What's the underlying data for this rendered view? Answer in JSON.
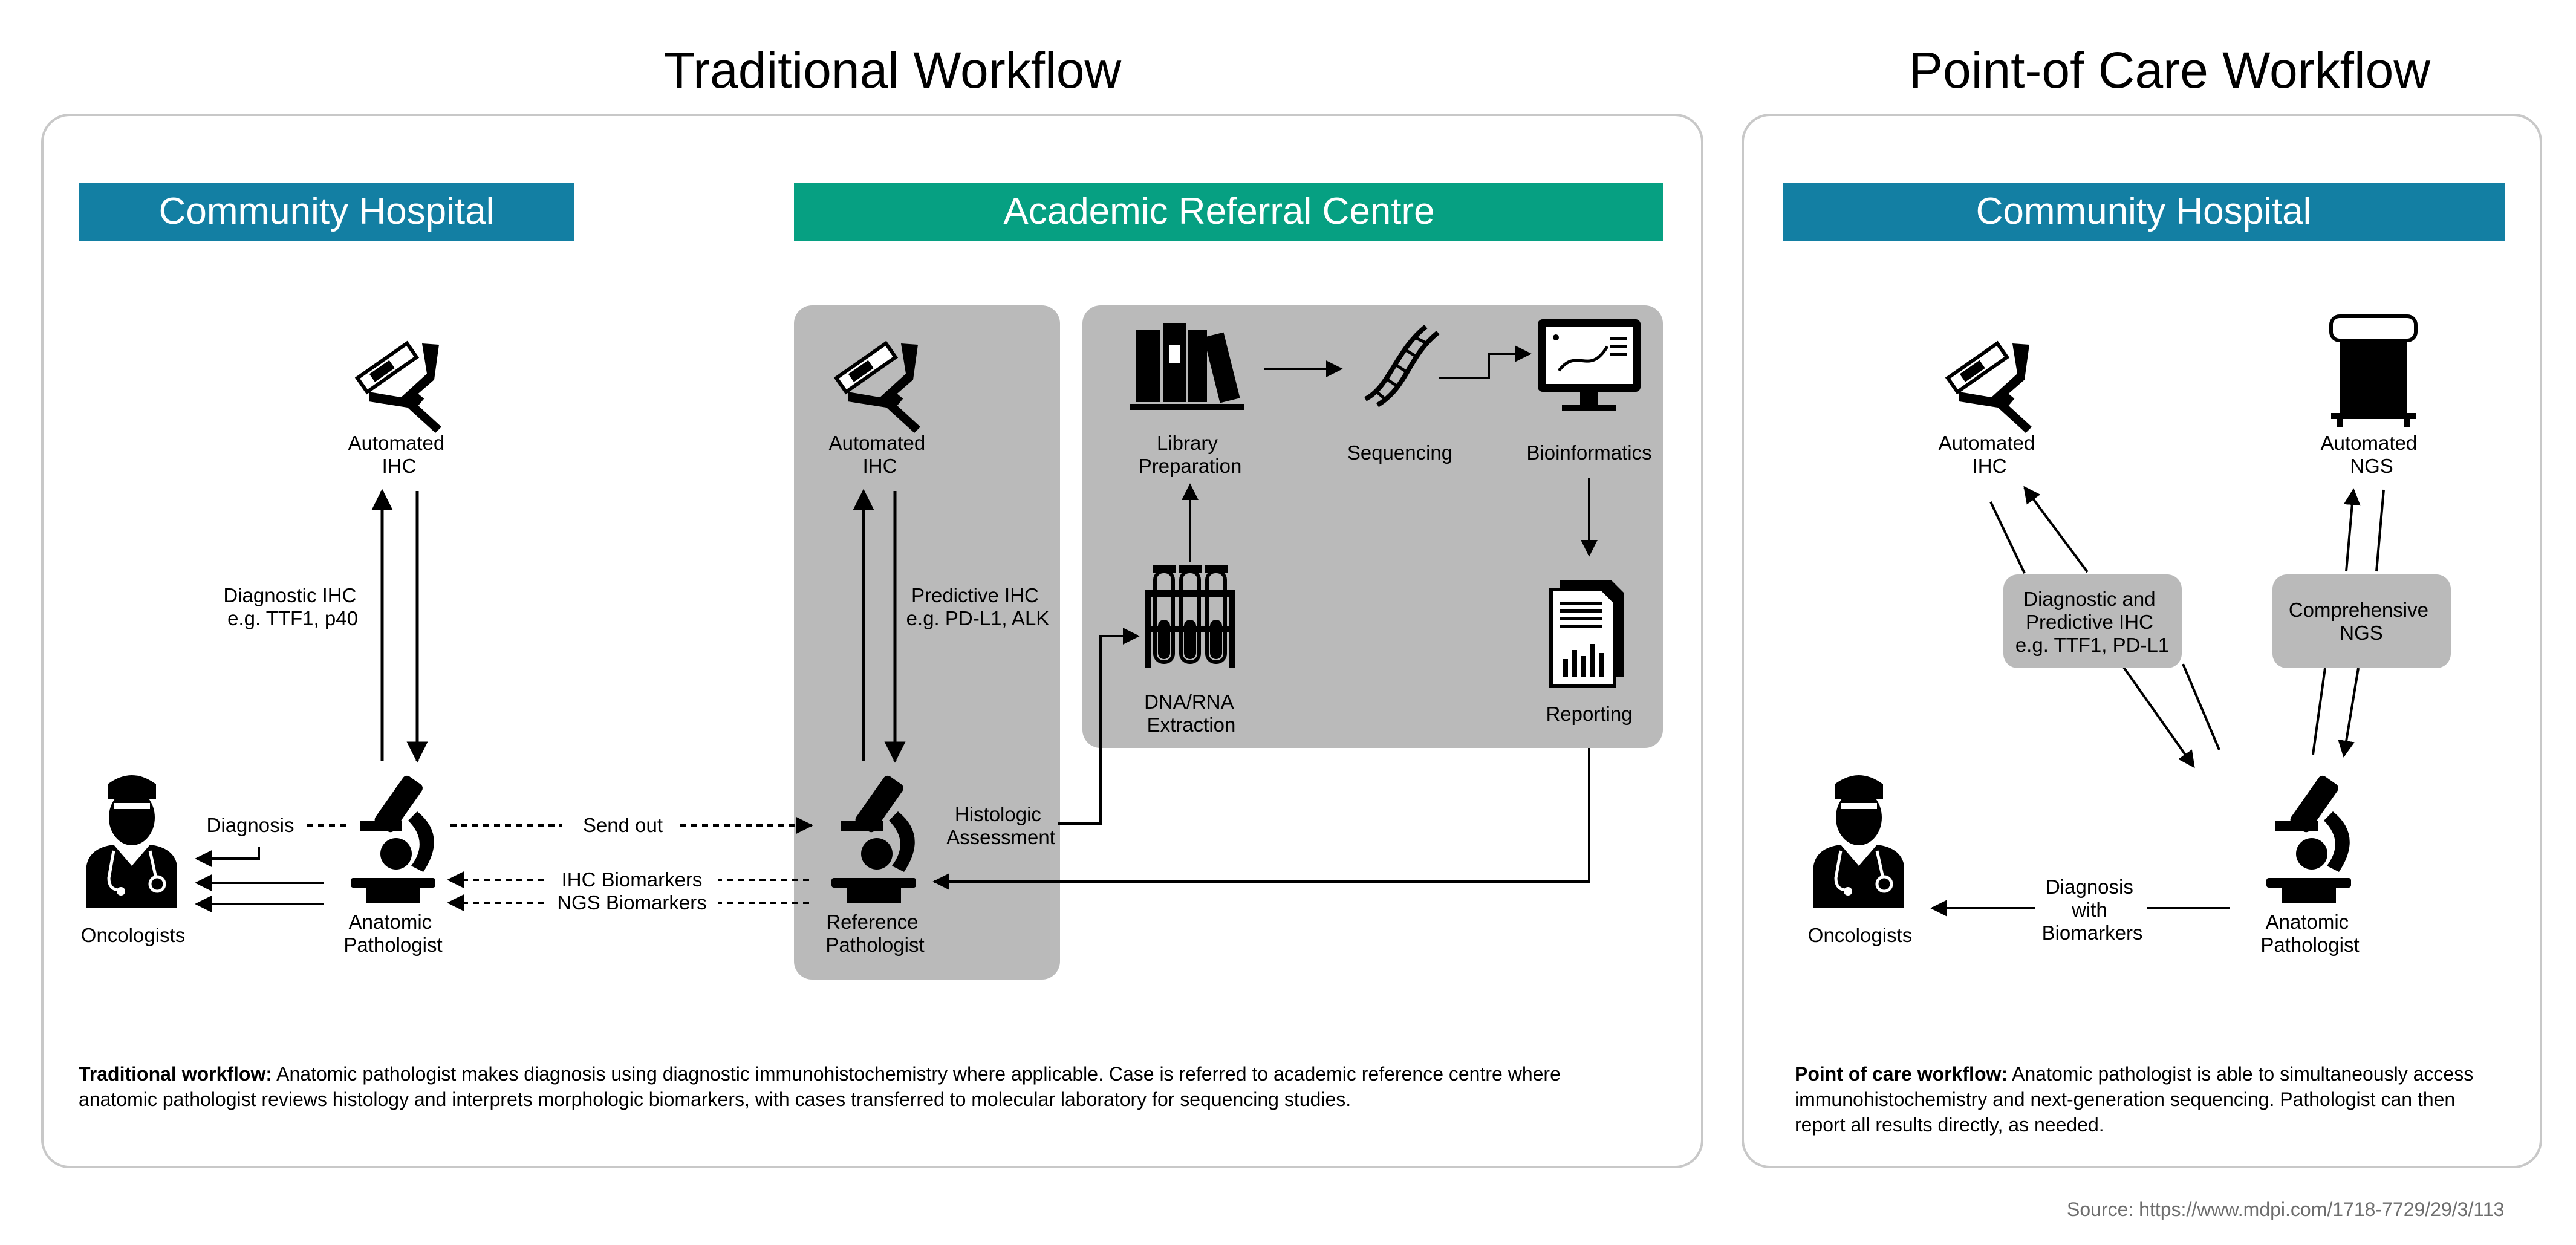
{
  "titles": {
    "traditional": "Traditional Workflow",
    "poc": "Point-of Care Workflow"
  },
  "headers": {
    "community_trad": "Community Hospital",
    "academic": "Academic Referral Centre",
    "community_poc": "Community Hospital"
  },
  "traditional": {
    "automated_ihc": [
      "Automated",
      "IHC"
    ],
    "diag_ihc": [
      "Diagnostic IHC",
      "e.g. TTF1, p40"
    ],
    "diagnosis": "Diagnosis",
    "oncologists": "Oncologists",
    "anatomic_pathologist": [
      "Anatomic",
      "Pathologist"
    ],
    "send_out": "Send out",
    "ihc_biomarkers": "IHC Biomarkers",
    "ngs_biomarkers": "NGS Biomarkers",
    "ref_automated_ihc": [
      "Automated",
      "IHC"
    ],
    "predictive_ihc": [
      "Predictive IHC",
      "e.g. PD-L1, ALK"
    ],
    "reference_pathologist": [
      "Reference",
      "Pathologist"
    ],
    "histologic": [
      "Histologic",
      "Assessment"
    ],
    "library_prep": [
      "Library",
      "Preparation"
    ],
    "sequencing": "Sequencing",
    "bioinformatics": "Bioinformatics",
    "dna_rna": [
      "DNA/RNA",
      "Extraction"
    ],
    "reporting": "Reporting"
  },
  "poc": {
    "automated_ihc": [
      "Automated",
      "IHC"
    ],
    "automated_ngs": [
      "Automated",
      "NGS"
    ],
    "diag_pred": [
      "Diagnostic and",
      "Predictive IHC",
      "e.g. TTF1, PD-L1"
    ],
    "comprehensive": [
      "Comprehensive",
      "NGS"
    ],
    "oncologists": "Oncologists",
    "diagnosis_biomarkers": [
      "Diagnosis",
      "with",
      "Biomarkers"
    ],
    "anatomic_pathologist": [
      "Anatomic",
      "Pathologist"
    ]
  },
  "captions": {
    "trad_bold": "Traditional workflow:",
    "trad_text": "Anatomic pathologist makes diagnosis using diagnostic immunohistochemistry where applicable. Case is referred to academic reference centre where anatomic pathologist reviews histology and interprets morphologic biomarkers, with cases transferred to molecular laboratory for sequencing studies.",
    "poc_bold": "Point of care workflow:",
    "poc_text": "Anatomic pathologist is able to simultaneously access immunohistochemistry and next-generation sequencing. Pathologist can then report all results directly, as needed."
  },
  "source": "Source: https://www.mdpi.com/1718-7729/29/3/113",
  "colors": {
    "community_header": "#137fa3",
    "academic_header": "#06a082",
    "gray_panel": "#bababa",
    "border": "#c8c8c8"
  }
}
